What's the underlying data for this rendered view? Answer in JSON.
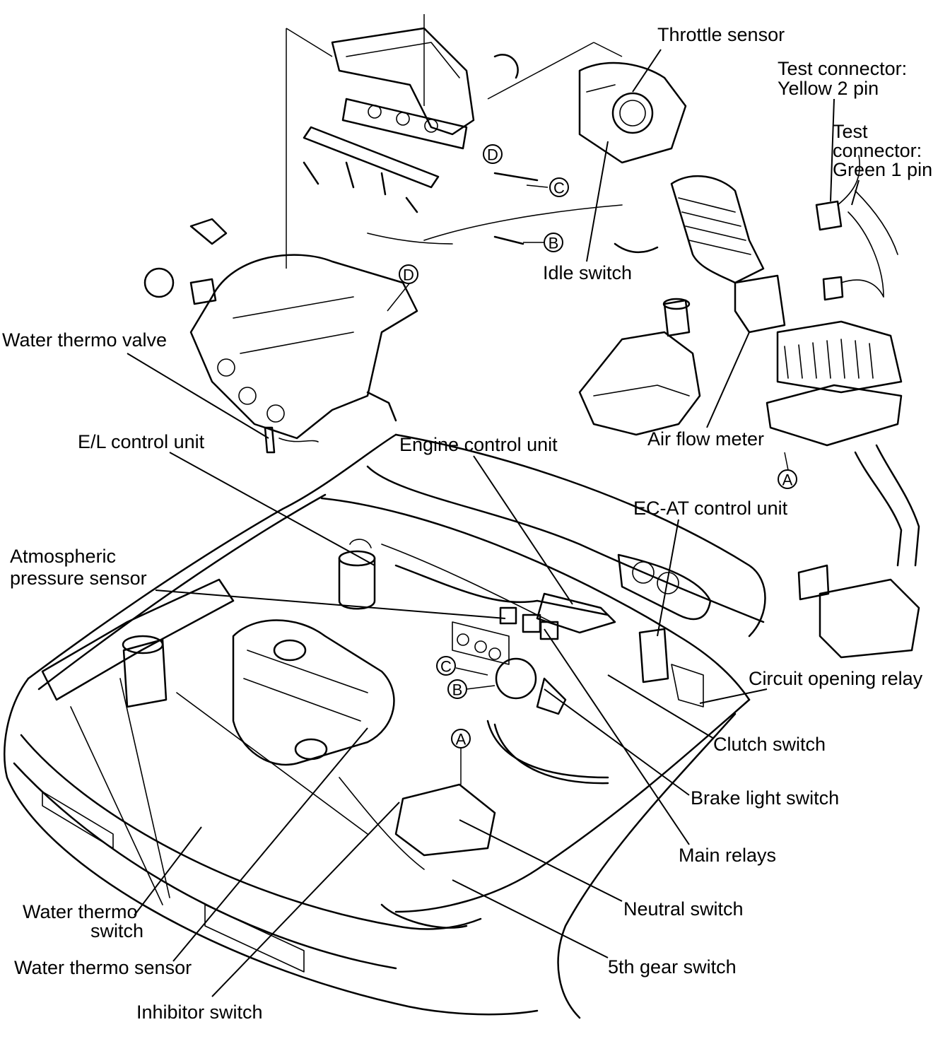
{
  "labels": {
    "throttle_sensor": "Throttle sensor",
    "test_connector_yellow": [
      "Test connector:",
      "Yellow 2 pin"
    ],
    "test_connector_green": [
      "Test",
      "connector:",
      "Green 1 pin"
    ],
    "idle_switch": "Idle switch",
    "water_thermo_valve": "Water thermo valve",
    "el_control_unit": "E/L control unit",
    "engine_control_unit": "Engine control unit",
    "air_flow_meter": "Air flow meter",
    "ec_at_control_unit": "EC-AT control unit",
    "atmospheric_pressure_sensor": [
      "Atmospheric",
      "pressure sensor"
    ],
    "circuit_opening_relay": "Circuit opening relay",
    "clutch_switch": "Clutch switch",
    "brake_light_switch": "Brake light switch",
    "main_relays": "Main relays",
    "neutral_switch": "Neutral switch",
    "fifth_gear_switch": "5th gear switch",
    "water_thermo_switch": [
      "Water thermo",
      "switch"
    ],
    "water_thermo_sensor": "Water thermo sensor",
    "inhibitor_switch": "Inhibitor switch"
  },
  "markers": {
    "a": "A",
    "b": "B",
    "c": "C",
    "d": "D"
  }
}
